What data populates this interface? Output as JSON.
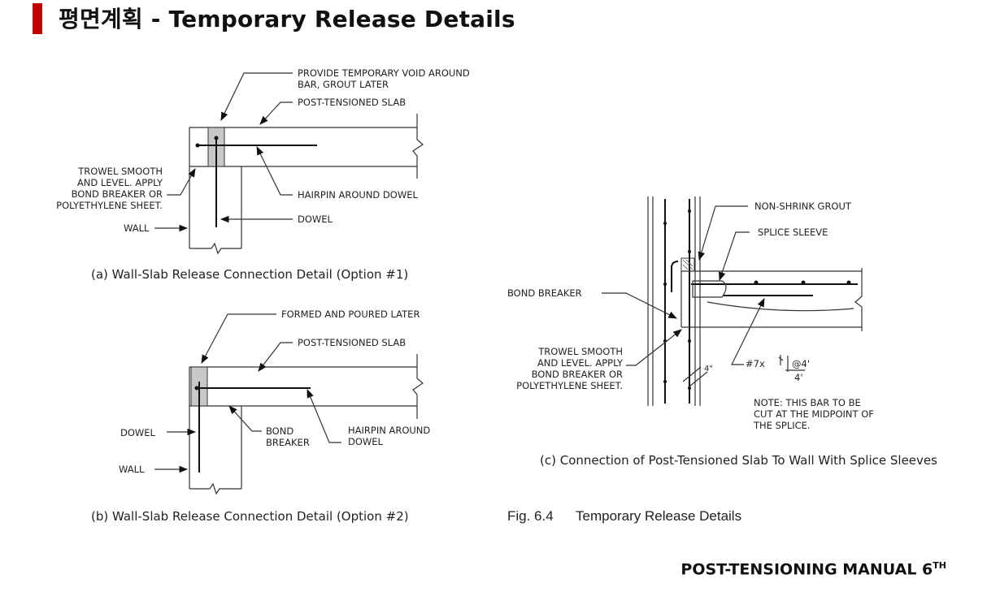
{
  "header": {
    "title": "평면계획 - Temporary Release Details"
  },
  "detail_a": {
    "labels": {
      "void": "PROVIDE TEMPORARY VOID AROUND",
      "void2": "BAR, GROUT LATER",
      "slab": "POST-TENSIONED SLAB",
      "trowel1": "TROWEL SMOOTH",
      "trowel2": "AND LEVEL.  APPLY",
      "trowel3": "BOND BREAKER OR",
      "trowel4": "POLYETHYLENE SHEET.",
      "hairpin": "HAIRPIN AROUND DOWEL",
      "wall": "WALL",
      "dowel": "DOWEL"
    },
    "caption": "(a) Wall-Slab Release Connection Detail (Option #1)"
  },
  "detail_b": {
    "labels": {
      "formed": "FORMED AND POURED LATER",
      "slab": "POST-TENSIONED SLAB",
      "dowel": "DOWEL",
      "bond1": "BOND",
      "bond2": "BREAKER",
      "hairpin1": "HAIRPIN AROUND",
      "hairpin2": "DOWEL",
      "wall": "WALL"
    },
    "caption": "(b) Wall-Slab Release Connection Detail (Option #2)"
  },
  "detail_c": {
    "labels": {
      "grout": "NON-SHRINK GROUT",
      "sleeve": "SPLICE SLEEVE",
      "bond": "BOND BREAKER",
      "trowel1": "TROWEL SMOOTH",
      "trowel2": "AND LEVEL.  APPLY",
      "trowel3": "BOND BREAKER OR",
      "trowel4": "POLYETHYLENE SHEET.",
      "four_in": "4\"",
      "bar": "#7x",
      "spacing": "@4'",
      "length": "4'",
      "note1": "NOTE: THIS BAR TO BE",
      "note2": "CUT AT THE MIDPOINT OF",
      "note3": "THE SPLICE."
    },
    "caption": "(c) Connection of Post-Tensioned Slab To Wall With Splice Sleeves"
  },
  "figure": {
    "number": "Fig. 6.4",
    "title": "Temporary Release Details"
  },
  "footer": {
    "text": "POST-TENSIONING MANUAL 6",
    "sup": "TH"
  }
}
